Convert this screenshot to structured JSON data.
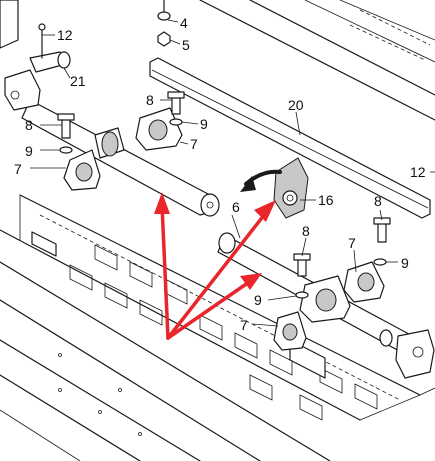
{
  "callouts": [
    {
      "id": "c12a",
      "text": "12"
    },
    {
      "id": "c21",
      "text": "21"
    },
    {
      "id": "c4",
      "text": "4"
    },
    {
      "id": "c5",
      "text": "5"
    },
    {
      "id": "c8a",
      "text": "8"
    },
    {
      "id": "c9a",
      "text": "9"
    },
    {
      "id": "c7a",
      "text": "7"
    },
    {
      "id": "c8b",
      "text": "8"
    },
    {
      "id": "c9b",
      "text": "9"
    },
    {
      "id": "c7b",
      "text": "7"
    },
    {
      "id": "c20",
      "text": "20"
    },
    {
      "id": "c12b",
      "text": "12"
    },
    {
      "id": "c6",
      "text": "6"
    },
    {
      "id": "c16",
      "text": "16"
    },
    {
      "id": "c8c",
      "text": "8"
    },
    {
      "id": "c8d",
      "text": "8"
    },
    {
      "id": "c7c",
      "text": "7"
    },
    {
      "id": "c9c",
      "text": "9"
    },
    {
      "id": "c9d",
      "text": "9"
    },
    {
      "id": "c7d",
      "text": "7"
    }
  ],
  "colors": {
    "linework": "#1a1a1a",
    "highlight_arrows": "#e8262b",
    "background": "#ffffff"
  }
}
